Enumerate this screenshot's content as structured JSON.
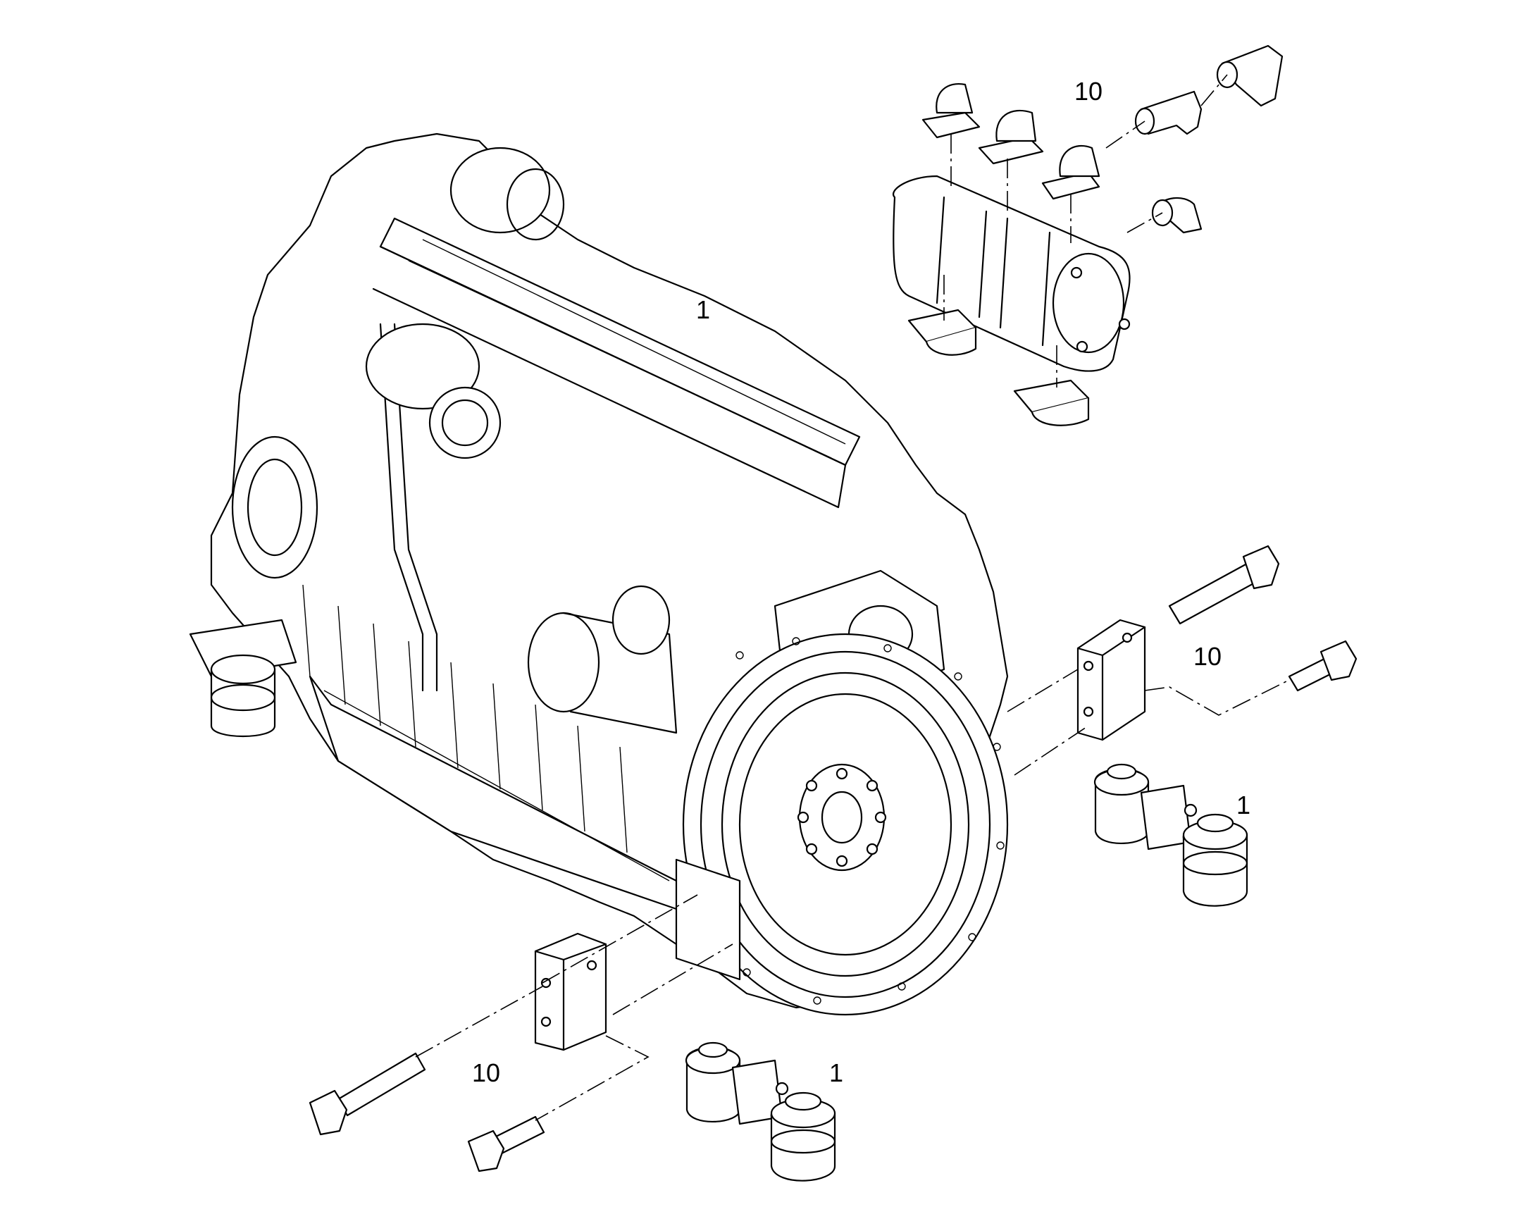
{
  "diagram": {
    "callouts": {
      "engine": "1",
      "pump_group": "10",
      "right_bracket_group": "10",
      "right_mount": "1",
      "left_bracket_group": "10",
      "left_mount": "1"
    }
  }
}
